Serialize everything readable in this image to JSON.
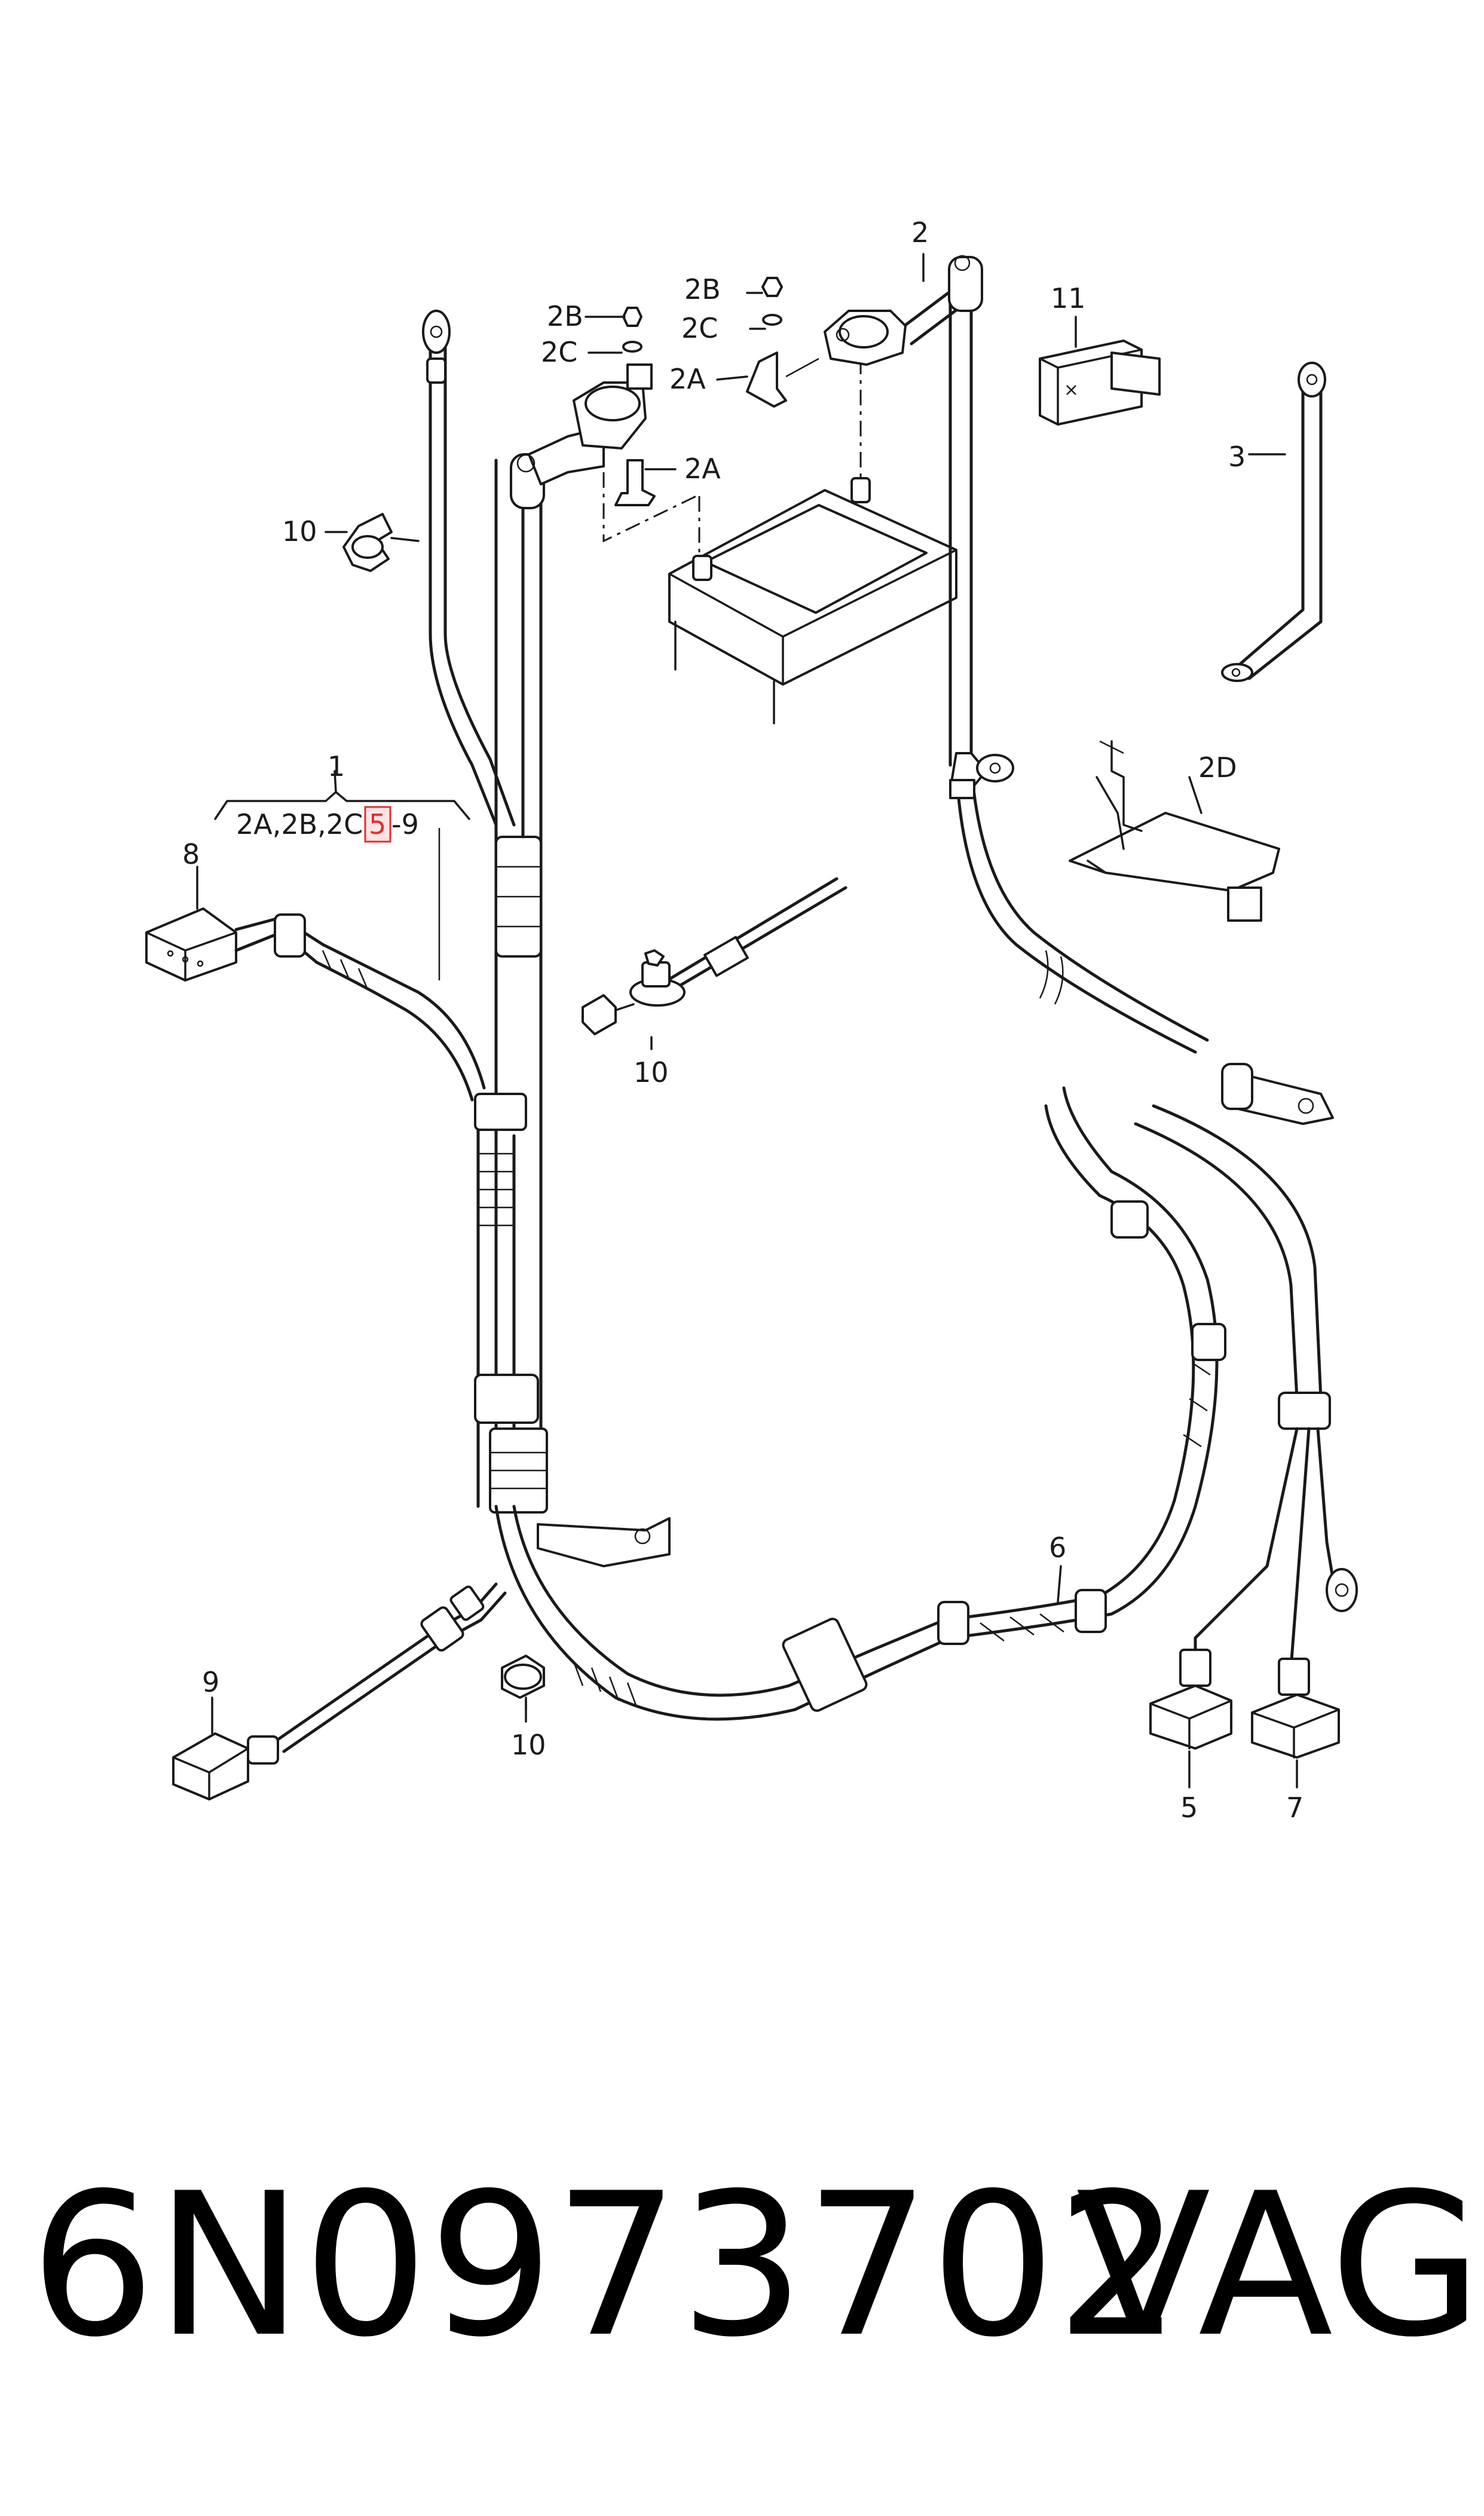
{
  "diagram": {
    "labels": {
      "l1": "1",
      "l1_items_a": "2A,2B,2C,",
      "l1_items_b": "5",
      "l1_items_c": "-9",
      "l2": "2",
      "l2a_top": "2A",
      "l2a_mid": "2A",
      "l2b_left": "2B",
      "l2b_right": "2B",
      "l2c_left": "2C",
      "l2c_right": "2C",
      "l2d": "2D",
      "l3": "3",
      "l5": "5",
      "l6": "6",
      "l7": "7",
      "l8": "8",
      "l9": "9",
      "l10_top": "10",
      "l10_mid": "10",
      "l10_bottom": "10",
      "l11": "11"
    },
    "highlight_color": "#e03030"
  },
  "footer": {
    "part_number": "6N0973702",
    "brand": "VAG"
  }
}
